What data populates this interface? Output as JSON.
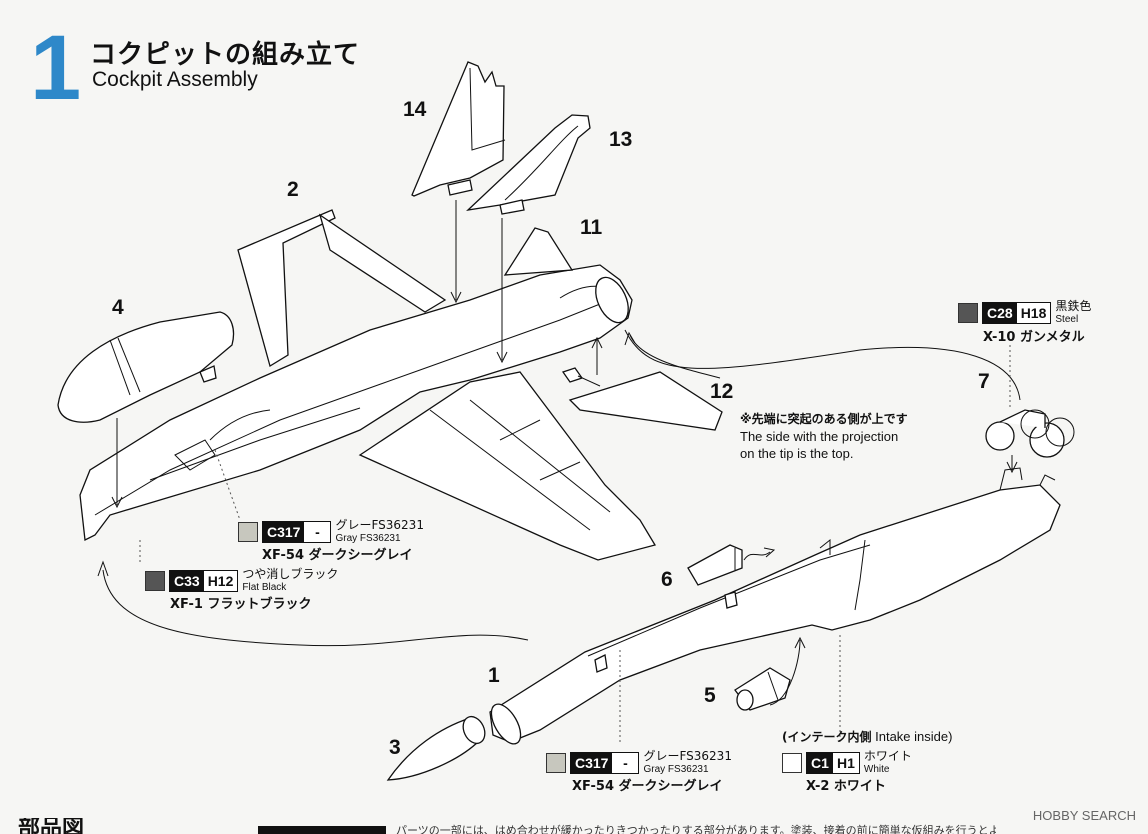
{
  "step": {
    "number": "1",
    "title_jp": "コクピットの組み立て",
    "title_en": "Cockpit Assembly"
  },
  "parts": {
    "p1": "1",
    "p2": "2",
    "p3": "3",
    "p4": "4",
    "p5": "5",
    "p6": "6",
    "p7": "7",
    "p11": "11",
    "p12": "12",
    "p13": "13",
    "p14": "14"
  },
  "note12": {
    "jp": "※先端に突起のある側が上です",
    "en1": "The side with the projection",
    "en2": "on the tip is the top."
  },
  "intake_note": {
    "jp": "(インテーク内側",
    "en": "Intake inside)"
  },
  "colors": [
    {
      "id": "gray_upper",
      "swatch": "#c7c7be",
      "code": "C317",
      "code2": "-",
      "jp": "グレーFS36231",
      "en": "Gray FS36231",
      "sub": "XF-54 ダークシーグレイ"
    },
    {
      "id": "flat_black",
      "swatch": "#555",
      "code": "C33",
      "code2": "H12",
      "jp": "つや消しブラック",
      "en": "Flat Black",
      "sub": "XF-1 フラットブラック"
    },
    {
      "id": "steel",
      "swatch": "#555",
      "code": "C28",
      "code2": "H18",
      "jp": "黒鉄色",
      "en": "Steel",
      "sub": "X-10 ガンメタル"
    },
    {
      "id": "gray_lower",
      "swatch": "#c7c7be",
      "code": "C317",
      "code2": "-",
      "jp": "グレーFS36231",
      "en": "Gray FS36231",
      "sub": "XF-54 ダークシーグレイ"
    },
    {
      "id": "white",
      "swatch": "#ffffff",
      "code": "C1",
      "code2": "H1",
      "jp": "ホワイト",
      "en": "White",
      "sub": "X-2 ホワイト"
    }
  ],
  "bottom": {
    "heading": "部品図",
    "text": "パーツの一部には、はめ合わせが緩かったりきつかったりする部分があります。塗装、接着の前に簡単な仮組みを行うとよいでしょう。"
  },
  "watermark": "HOBBY SEARCH",
  "icons": {
    "sw": "color-swatch-icon"
  }
}
